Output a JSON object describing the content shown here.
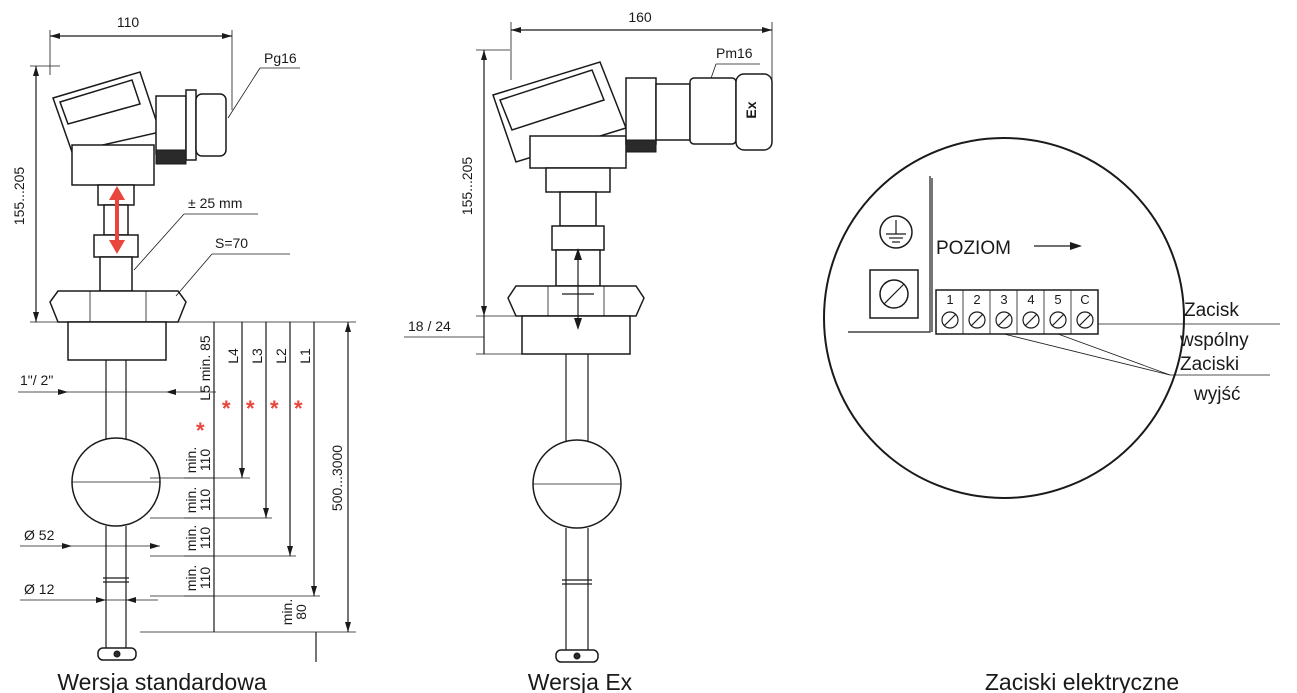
{
  "standard": {
    "caption": "Wersja standardowa",
    "dim_width": "110",
    "thread_label": "Pg16",
    "height_range": "155...205",
    "adjust": "± 25 mm",
    "wrench": "S=70",
    "thread_size": "1\"/ 2\"",
    "ball_diameter": "Ø 52",
    "stem_diameter": "Ø 12",
    "l5": "L5 min. 85",
    "l4": "L4",
    "l3": "L3",
    "l2": "L2",
    "l1": "L1",
    "min_label": "min.",
    "spacing_value": "110",
    "bottom_min": "min.",
    "bottom_value": "80",
    "length_range": "500...3000",
    "asterisk": "*",
    "asterisk_color": "#e8453c",
    "arrow_color": "#e8453c"
  },
  "ex": {
    "caption": "Wersja Ex",
    "dim_width": "160",
    "thread_label": "Pm16",
    "height_range": "155...205",
    "flange": "18 / 24",
    "ex_mark": "Ex"
  },
  "terminals": {
    "caption": "Zaciski elektryczne",
    "level_label": "POZIOM",
    "numbers": [
      "1",
      "2",
      "3",
      "4",
      "5",
      "C"
    ],
    "common_line1": "Zacisk",
    "common_line2": "wspólny",
    "outputs_line1": "Zaciski",
    "outputs_line2": "wyjść"
  }
}
